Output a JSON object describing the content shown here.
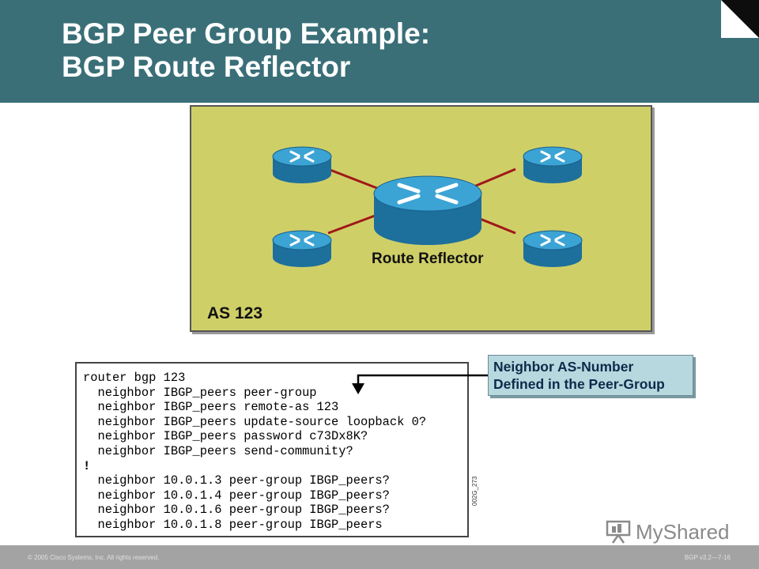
{
  "slide": {
    "title_line1": "BGP Peer Group Example:",
    "title_line2": "BGP Route Reflector"
  },
  "diagram": {
    "route_reflector_label": "Route Reflector",
    "as_label": "AS 123",
    "colors": {
      "panel_background": "#cfcf68",
      "router_body": "#2f93c4",
      "link": "#a01818"
    }
  },
  "config": {
    "lines": [
      "router bgp 123",
      "  neighbor IBGP_peers peer-group",
      "  neighbor IBGP_peers remote-as 123",
      "  neighbor IBGP_peers update-source loopback 0?",
      "  neighbor IBGP_peers password c73Dx8K?",
      "  neighbor IBGP_peers send-community?",
      "!",
      "  neighbor 10.0.1.3 peer-group IBGP_peers?",
      "  neighbor 10.0.1.4 peer-group IBGP_peers?",
      "  neighbor 10.0.1.6 peer-group IBGP_peers?",
      "  neighbor 10.0.1.8 peer-group IBGP_peers"
    ],
    "figure_id": "002G_273"
  },
  "callout": {
    "line1": "Neighbor AS-Number",
    "line2": "Defined in the Peer-Group"
  },
  "watermark": {
    "text": "MyShared"
  },
  "footer": {
    "copyright": "© 2005 Cisco Systems, Inc. All rights reserved.",
    "course_ref": "BGP v3.2—7-16"
  },
  "colors": {
    "header": "#3a6f78",
    "footer": "#a3a3a3",
    "callout_background": "#b8d8df"
  }
}
